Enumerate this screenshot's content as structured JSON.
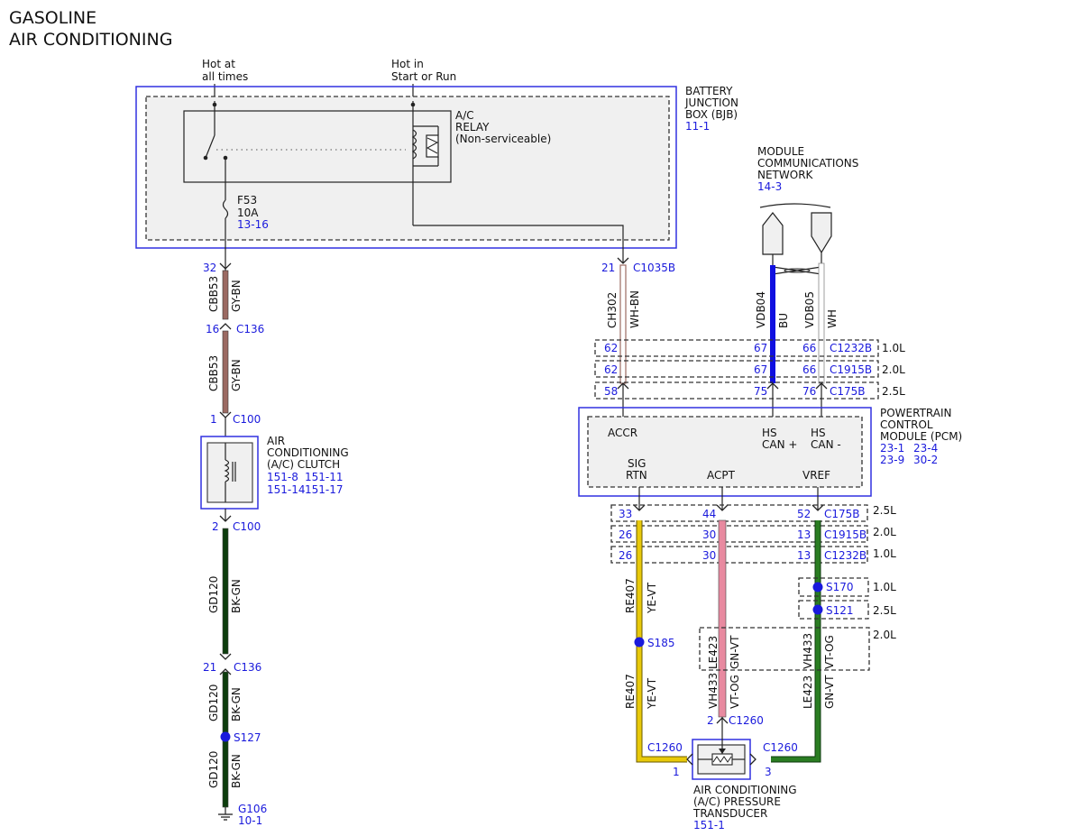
{
  "title": {
    "line1": "GASOLINE",
    "line2": "AIR CONDITIONING"
  },
  "colors": {
    "link_blue": "#1a1adc",
    "box_blue": "#3030e0",
    "gy_bn": "#9b6a62",
    "bk_gn": "#0d3d0d",
    "ye_vt": "#e8c90a",
    "vt_og": "#e88aa0",
    "gn_vt": "#2a7d22",
    "bu": "#1010e0",
    "wh": "#ffffff"
  },
  "power": {
    "hot_always_1": "Hot at",
    "hot_always_2": "all times",
    "hot_run_1": "Hot in",
    "hot_run_2": "Start or Run"
  },
  "bjb": {
    "l1": "BATTERY",
    "l2": "JUNCTION",
    "l3": "BOX (BJB)",
    "ref": "11-1"
  },
  "relay": {
    "l1": "A/C",
    "l2": "RELAY",
    "l3": "(Non-serviceable)"
  },
  "fuse": {
    "name": "F53",
    "rating": "10A",
    "ref": "13-16"
  },
  "mcn": {
    "l1": "MODULE",
    "l2": "COMMUNICATIONS",
    "l3": "NETWORK",
    "ref": "14-3"
  },
  "clutch": {
    "l1": "AIR",
    "l2": "CONDITIONING",
    "l3": "(A/C) CLUTCH",
    "ref1": "151-8",
    "ref2": "151-11",
    "ref3": "151-14",
    "ref4": "151-17"
  },
  "pcm": {
    "l1": "POWERTRAIN",
    "l2": "CONTROL",
    "l3": "MODULE (PCM)",
    "ref1": "23-1",
    "ref2": "23-4",
    "ref3": "23-9",
    "ref4": "30-2",
    "pin_accr": "ACCR",
    "pin_hs1a": "HS",
    "pin_hs1b": "CAN +",
    "pin_hs2a": "HS",
    "pin_hs2b": "CAN -",
    "pin_sig1": "SIG",
    "pin_sig2": "RTN",
    "pin_acpt": "ACPT",
    "pin_vref": "VREF"
  },
  "transducer": {
    "l1": "AIR CONDITIONING",
    "l2": "(A/C) PRESSURE",
    "l3": "TRANSDUCER",
    "ref": "151-1"
  },
  "left": {
    "pin32": "32",
    "pin16": "16",
    "c136a": "C136",
    "pin1": "1",
    "c100a": "C100",
    "pin2": "2",
    "c100b": "C100",
    "pin21": "21",
    "c136b": "C136",
    "s127": "S127",
    "g106": "G106",
    "g106ref": "10-1",
    "circ1": "CBB53",
    "col1": "GY-BN",
    "circ2": "GD120",
    "col2": "BK-GN"
  },
  "right": {
    "pin21": "21",
    "c1035b": "C1035B",
    "ch302": "CH302",
    "whbn": "WH-BN",
    "vdb04": "VDB04",
    "bu": "BU",
    "vdb05": "VDB05",
    "wh": "WH",
    "t1": {
      "p1": "62",
      "p2": "67",
      "p3": "66",
      "conn": "C1232B",
      "eng": "1.0L"
    },
    "t2": {
      "p1": "62",
      "p2": "67",
      "p3": "66",
      "conn": "C1915B",
      "eng": "2.0L"
    },
    "t3": {
      "p1": "58",
      "p2": "75",
      "p3": "76",
      "conn": "C175B",
      "eng": "2.5L"
    },
    "b1": {
      "p1": "33",
      "p2": "44",
      "p3": "52",
      "conn": "C175B",
      "eng": "2.5L"
    },
    "b2": {
      "p1": "26",
      "p2": "30",
      "p3": "13",
      "conn": "C1915B",
      "eng": "2.0L"
    },
    "b3": {
      "p1": "26",
      "p2": "30",
      "p3": "13",
      "conn": "C1232B",
      "eng": "1.0L"
    },
    "s170": "S170",
    "s170eng": "1.0L",
    "s121": "S121",
    "s121eng": "2.5L",
    "box2eng": "2.0L",
    "s185": "S185",
    "re407": "RE407",
    "yevt": "YE-VT",
    "le423": "LE423",
    "gnvt": "GN-VT",
    "vh433": "VH433",
    "vtog": "VT-OG",
    "pin1": "1",
    "pin2": "2",
    "pin3": "3",
    "c1260": "C1260"
  }
}
